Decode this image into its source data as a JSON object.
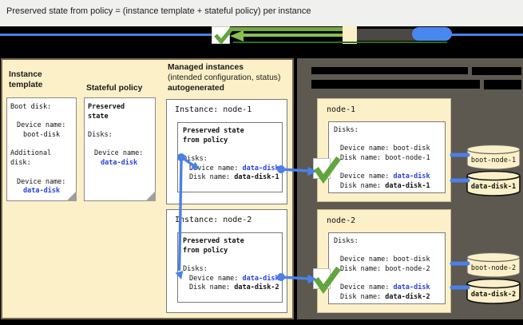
{
  "header": {
    "title": "Preserved state from policy = (instance template + stateful policy) per instance"
  },
  "beige_panel": {
    "instance_template_label": "Instance template",
    "stateful_policy_label": "Stateful policy",
    "managed_instances_label_line1": "Managed instances",
    "managed_instances_label_line2": "(intended configuration, status)",
    "managed_instances_label_line3": "autogenerated"
  },
  "template_doc": {
    "boot_disk_label": "Boot disk:",
    "device_name_label1": "Device name:",
    "boot_disk_value": "boot-disk",
    "additional_label1": "Additional",
    "additional_label2": "disk:",
    "device_name_label2": "Device name:",
    "data_disk_value": "data-disk"
  },
  "policy_doc": {
    "preserved_line1": "Preserved",
    "preserved_line2": "state",
    "disks_label": "Disks:",
    "device_name_label": "Device name:",
    "data_disk_value": "data-disk"
  },
  "managed_instances": [
    {
      "title": "Instance: node-1",
      "preserved_line1": "Preserved state",
      "preserved_line2": "from policy",
      "disks_label": "Disks:",
      "device_prefix": "Device name: ",
      "device_value": "data-disk",
      "disk_prefix": "Disk name: ",
      "disk_value": "data-disk-1"
    },
    {
      "title": "Instance: node-2",
      "preserved_line1": "Preserved state",
      "preserved_line2": "from policy",
      "disks_label": "Disks:",
      "device_prefix": "Device name: ",
      "device_value": "data-disk",
      "disk_prefix": "Disk name: ",
      "disk_value": "data-disk-2"
    }
  ],
  "vm_instances": [
    {
      "name": "node-1",
      "disks_label": "Disks:",
      "boot_device_prefix": "Device name: ",
      "boot_device_value": "boot-disk",
      "boot_disk_prefix": "Disk name: ",
      "boot_disk_value": "boot-node-1",
      "data_device_prefix": "Device name: ",
      "data_device_value": "data-disk",
      "data_disk_prefix": "Disk name: ",
      "data_disk_value": "data-disk-1",
      "boot_cylinder_label": "boot-node-1",
      "data_cylinder_label": "data-disk-1"
    },
    {
      "name": "node-2",
      "disks_label": "Disks:",
      "boot_device_prefix": "Device name: ",
      "boot_device_value": "boot-disk",
      "boot_disk_prefix": "Disk name: ",
      "boot_disk_value": "boot-node-2",
      "data_device_prefix": "Device name: ",
      "data_device_value": "data-disk",
      "data_disk_prefix": "Disk name: ",
      "data_disk_value": "data-disk-2",
      "boot_cylinder_label": "boot-node-2",
      "data_cylinder_label": "data-disk-2"
    }
  ],
  "colors": {
    "header_bg": "#f0f0ef",
    "beige": "#fcf0c8",
    "dark_panel": "#5d5850",
    "blue_value_text": "#2742e3",
    "connector_blue": "#4a80e8",
    "check_green": "#61a53c",
    "legend_green": "#76a941"
  }
}
